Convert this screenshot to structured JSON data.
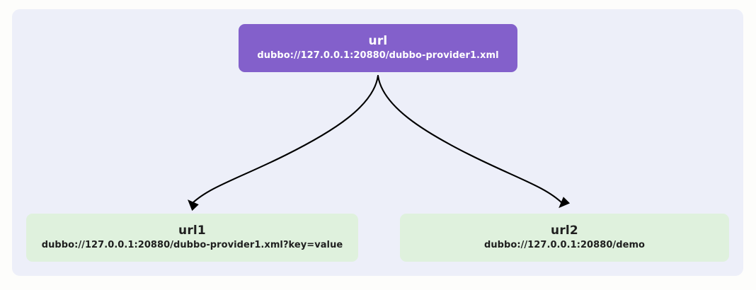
{
  "diagram": {
    "type": "flowchart",
    "direction": "top-down",
    "background_color": "#edeff9",
    "page_background_color": "#fdfdfb",
    "nodes": [
      {
        "id": "url",
        "title": "url",
        "subtitle": "dubbo://127.0.0.1:20880/dubbo-provider1.xml",
        "fill_color": "#8360cb",
        "text_color": "#ffffff"
      },
      {
        "id": "url1",
        "title": "url1",
        "subtitle": "dubbo://127.0.0.1:20880/dubbo-provider1.xml?key=value",
        "fill_color": "#dff1dd",
        "text_color": "#1f1f1f"
      },
      {
        "id": "url2",
        "title": "url2",
        "subtitle": "dubbo://127.0.0.1:20880/demo",
        "fill_color": "#dff1dd",
        "text_color": "#1f1f1f"
      }
    ],
    "edges": [
      {
        "id": "edge-url-url1",
        "from": "url",
        "to": "url1",
        "label": "",
        "style": "curved-arrow",
        "color": "#000000"
      },
      {
        "id": "edge-url-url2",
        "from": "url",
        "to": "url2",
        "label": "",
        "style": "curved-arrow",
        "color": "#000000"
      }
    ]
  }
}
